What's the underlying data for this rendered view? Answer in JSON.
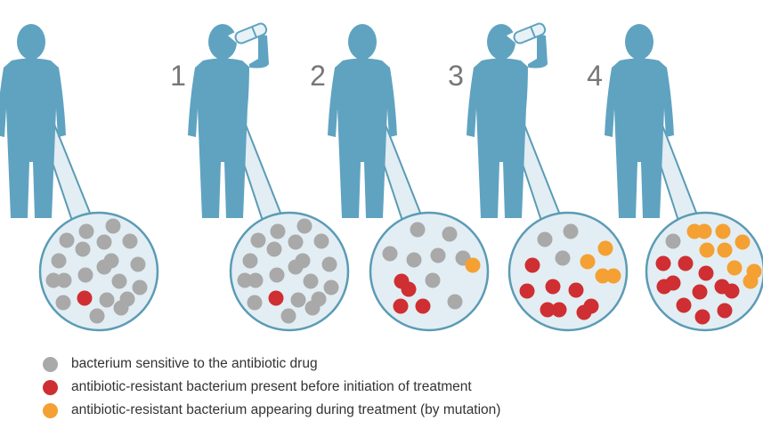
{
  "colors": {
    "person": "#5fa3c1",
    "lens_fill": "#e2eef3",
    "lens_stroke": "#5b9bb5",
    "sensitive": "#a9a9a9",
    "resistant_before": "#cf2f32",
    "resistant_mutation": "#f5a033",
    "number": "#777777"
  },
  "stages": [
    {
      "number": "",
      "drinking": false
    },
    {
      "number": "1",
      "drinking": true
    },
    {
      "number": "2",
      "drinking": false
    },
    {
      "number": "3",
      "drinking": true
    },
    {
      "number": "4",
      "drinking": false
    }
  ],
  "legend": [
    {
      "type": "sensitive",
      "label": "bacterium sensitive to the antibiotic drug"
    },
    {
      "type": "resistant_before",
      "label": "antibiotic-resistant bacterium present before initiation of treatment"
    },
    {
      "type": "resistant_mutation",
      "label": "antibiotic-resistant bacterium appearing during treatment (by mutation)"
    }
  ]
}
